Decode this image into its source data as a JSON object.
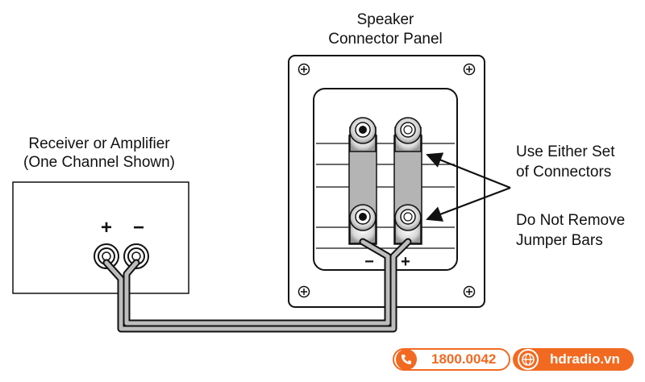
{
  "labels": {
    "panel_title_line1": "Speaker",
    "panel_title_line2": "Connector Panel",
    "receiver_line1": "Receiver or Amplifier",
    "receiver_line2": "(One Channel Shown)",
    "receiver_plus": "+",
    "receiver_minus": "−",
    "panel_minus": "−",
    "panel_plus": "+",
    "callout_connectors_line1": "Use Either Set",
    "callout_connectors_line2": "of Connectors",
    "callout_jumpers_line1": "Do Not Remove",
    "callout_jumpers_line2": "Jumper Bars"
  },
  "footer": {
    "phone": "1800.0042",
    "website": "hdradio.vn",
    "phone_icon": "phone-icon",
    "globe_icon": "globe-icon",
    "accent_color": "#f26a21"
  }
}
